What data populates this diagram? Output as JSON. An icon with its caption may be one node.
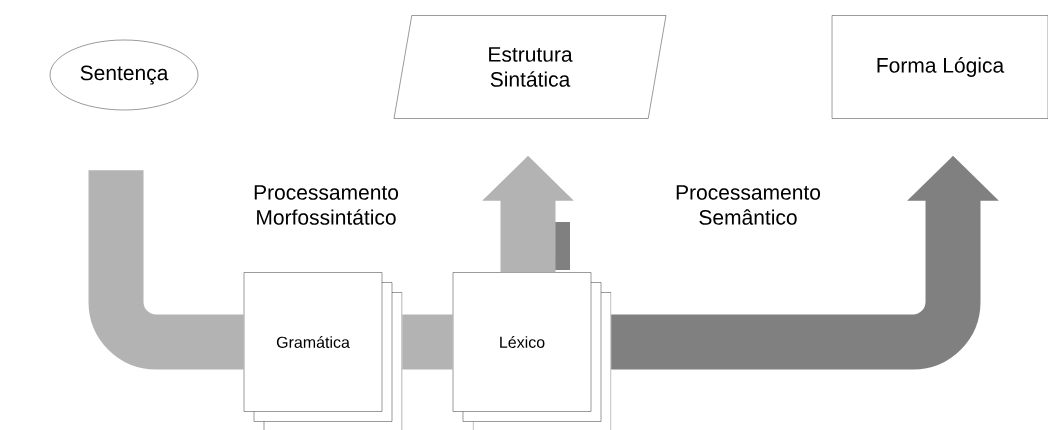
{
  "diagram": {
    "nodes": [
      {
        "text": [
          "Sentença"
        ]
      },
      {
        "text": [
          "Estrutura Sintática"
        ]
      },
      {
        "text": [
          "Forma Lógica"
        ]
      },
      {
        "text": [
          "Gramática"
        ]
      },
      {
        "text": [
          "Léxico"
        ]
      }
    ],
    "edges": [
      {
        "from": 0,
        "to": 3,
        "arrow": "none"
      },
      {
        "from": 3,
        "to": 4,
        "arrow": "none"
      },
      {
        "from": 4,
        "to": 1,
        "arrow": "to"
      },
      {
        "from": 4,
        "to": 2,
        "arrow": "to",
        "color": "#808080"
      }
    ],
    "labels": [
      "Processamento Morfossintático",
      "Processamento Semântico"
    ]
  }
}
